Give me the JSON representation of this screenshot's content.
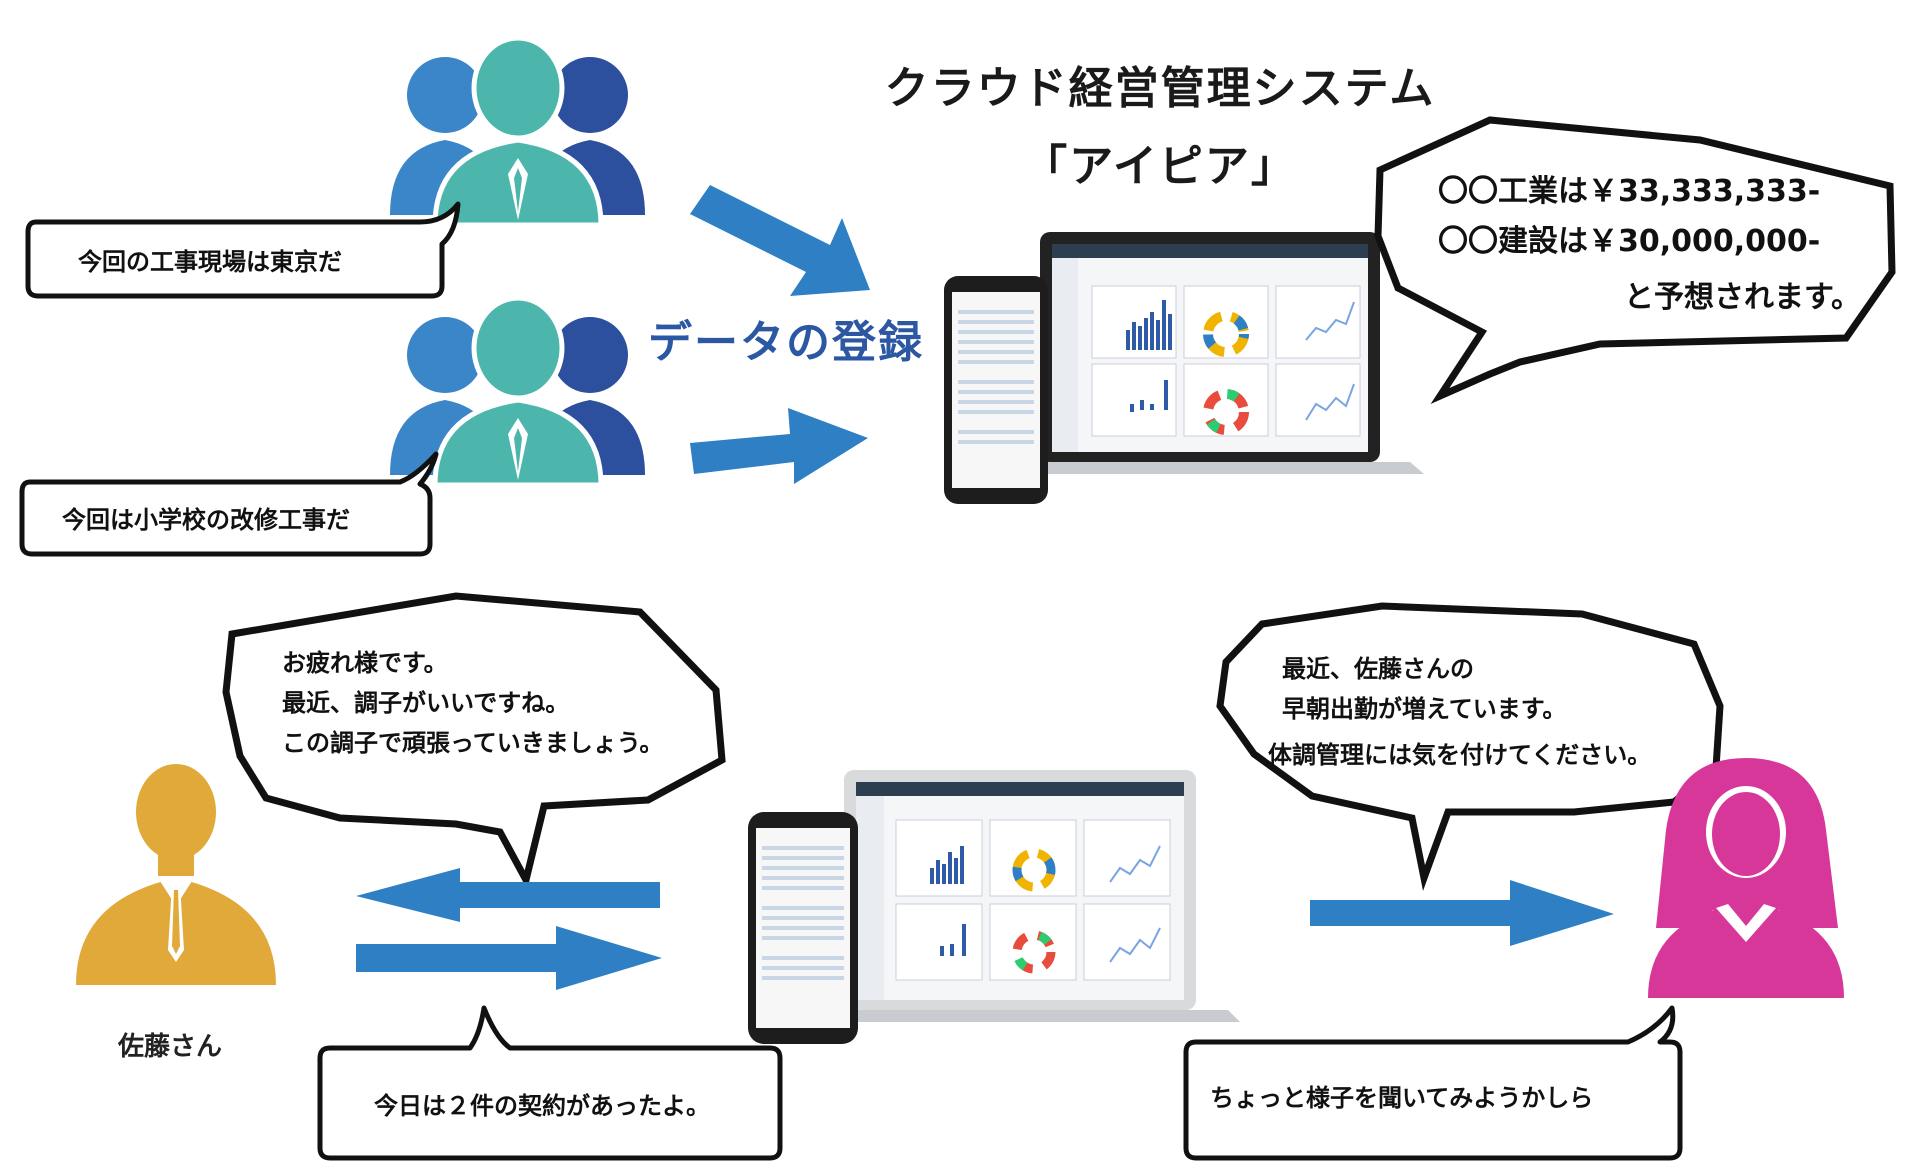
{
  "title": {
    "line1": "クラウド経営管理システム",
    "line2": "「アイピア」"
  },
  "registration_label": "データの登録",
  "top_bubbles": {
    "group1": "今回の工事現場は東京だ",
    "group2": "今回は小学校の改修工事だ"
  },
  "forecast_bubble": {
    "line1": "〇〇工業は￥33,333,333-",
    "line2": "〇〇建設は￥30,000,000-",
    "line3": "と予想されます。"
  },
  "boss_speech": {
    "line1": "お疲れ様です。",
    "line2": "最近、調子がいいですね。",
    "line3": "この調子で頑張っていきましょう。"
  },
  "system_speech": {
    "line1": "最近、佐藤さんの",
    "line2": "早朝出勤が増えています。",
    "line3": "体調管理には気を付けてください。"
  },
  "sato_name": "佐藤さん",
  "sato_bubble": "今日は２件の契約があったよ。",
  "manager_bubble": "ちょっと様子を聞いてみようかしら",
  "colors": {
    "arrow": "#2e7fc3",
    "group_left": "#3a86c8",
    "group_center": "#4db6ac",
    "group_right": "#2c4f9e",
    "sato": "#e0a93a",
    "manager": "#d8379a",
    "registration_text": "#2b57a3"
  },
  "icons": [
    "people-group-icon",
    "businessman-icon",
    "businesswoman-icon",
    "laptop-icon",
    "smartphone-icon",
    "arrow-right-icon",
    "arrow-left-icon"
  ]
}
